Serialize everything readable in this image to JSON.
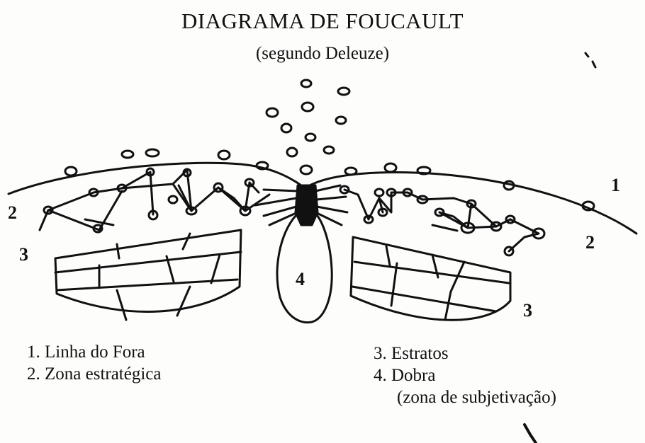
{
  "title": "DIAGRAMA DE FOUCAULT",
  "subtitle": "(segundo Deleuze)",
  "numbers": {
    "n1": "1",
    "n2_left": "2",
    "n2_right": "2",
    "n3_left": "3",
    "n3_right": "3",
    "n4": "4"
  },
  "legend_left": [
    "1. Linha do Fora",
    "2. Zona estratégica"
  ],
  "legend_right": [
    "3. Estratos",
    "4. Dobra",
    "(zona de subjetivação)"
  ]
}
